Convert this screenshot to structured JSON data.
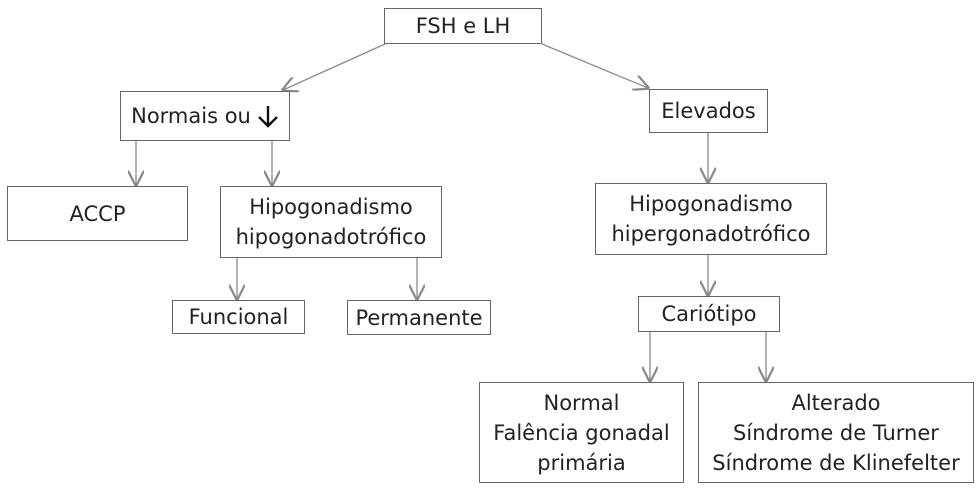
{
  "nodes": {
    "root": {
      "text": "FSH e LH"
    },
    "normal_or_low": {
      "text": "Normais ou",
      "icon": "down-arrow-icon"
    },
    "elevated": {
      "text": "Elevados"
    },
    "accp": {
      "text": "ACCP"
    },
    "hypo_hypo": {
      "line1": "Hipogonadismo",
      "line2": "hipogonadotrófico"
    },
    "hypo_hyper": {
      "line1": "Hipogonadismo",
      "line2": "hipergonadotrófico"
    },
    "functional": {
      "text": "Funcional"
    },
    "permanent": {
      "text": "Permanente"
    },
    "karyotype": {
      "text": "Cariótipo"
    },
    "karyotype_normal": {
      "line1": "Normal",
      "line2": "Falência gonadal",
      "line3": "primária"
    },
    "karyotype_altered": {
      "line1": "Alterado",
      "line2": "Síndrome de Turner",
      "line3": "Síndrome de Klinefelter"
    }
  },
  "colors": {
    "line": "#8a8a8a",
    "border": "#666666",
    "text": "#222222"
  }
}
